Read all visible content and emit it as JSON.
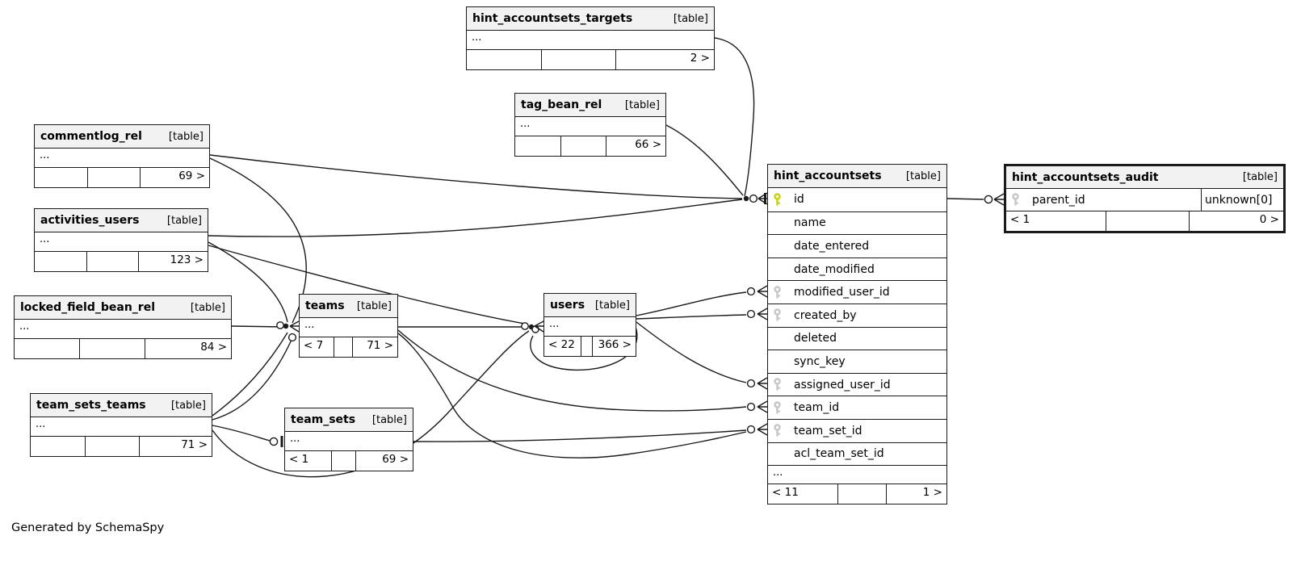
{
  "diagram": {
    "credit": "Generated by SchemaSpy",
    "type_label": "[table]",
    "ellipsis": "...",
    "colors": {
      "border": "#1a1a1a",
      "header_bg": "#f2f2f2",
      "pk_key": "#c8d400",
      "fk_key": "#c6c6c6"
    },
    "tables": {
      "hint_accountsets_targets": {
        "name": "hint_accountsets_targets",
        "footer_left": "",
        "footer_right": "2 >"
      },
      "tag_bean_rel": {
        "name": "tag_bean_rel",
        "footer_left": "",
        "footer_right": "66 >"
      },
      "commentlog_rel": {
        "name": "commentlog_rel",
        "footer_left": "",
        "footer_right": "69 >"
      },
      "activities_users": {
        "name": "activities_users",
        "footer_left": "",
        "footer_right": "123 >"
      },
      "locked_field_bean_rel": {
        "name": "locked_field_bean_rel",
        "footer_left": "",
        "footer_right": "84 >"
      },
      "team_sets_teams": {
        "name": "team_sets_teams",
        "footer_left": "",
        "footer_right": "71 >"
      },
      "teams": {
        "name": "teams",
        "footer_left": "< 7",
        "footer_right": "71 >"
      },
      "team_sets": {
        "name": "team_sets",
        "footer_left": "< 1",
        "footer_right": "69 >"
      },
      "users": {
        "name": "users",
        "footer_left": "< 22",
        "footer_right": "366 >"
      },
      "hint_accountsets": {
        "name": "hint_accountsets",
        "footer_left": "< 11",
        "footer_right": "1 >",
        "columns": [
          {
            "name": "id",
            "key": "pk"
          },
          {
            "name": "name"
          },
          {
            "name": "date_entered"
          },
          {
            "name": "date_modified"
          },
          {
            "name": "modified_user_id",
            "key": "fk"
          },
          {
            "name": "created_by",
            "key": "fk"
          },
          {
            "name": "deleted"
          },
          {
            "name": "sync_key"
          },
          {
            "name": "assigned_user_id",
            "key": "fk"
          },
          {
            "name": "team_id",
            "key": "fk"
          },
          {
            "name": "team_set_id",
            "key": "fk"
          },
          {
            "name": "acl_team_set_id"
          }
        ]
      },
      "hint_accountsets_audit": {
        "name": "hint_accountsets_audit",
        "footer_left": "< 1",
        "footer_right": "0 >",
        "columns": [
          {
            "name": "parent_id",
            "key": "fk",
            "type": "unknown[0]"
          }
        ]
      }
    }
  }
}
